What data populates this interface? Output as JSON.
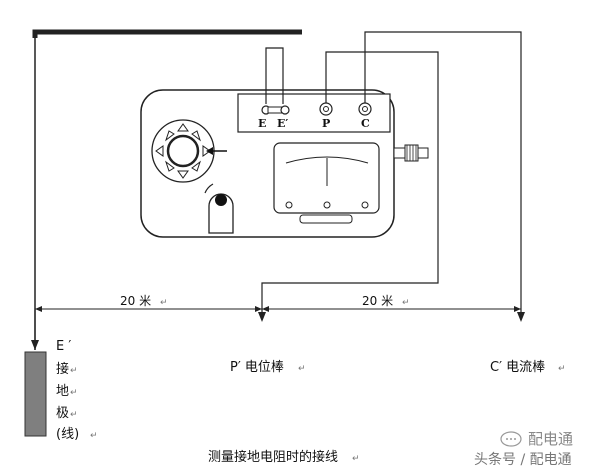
{
  "meter": {
    "terminals": {
      "e": "E",
      "e_prime": "E′",
      "p": "P",
      "c": "C"
    }
  },
  "distances": {
    "left": "20 米",
    "right": "20 米"
  },
  "probes": {
    "e_electrode_lines": [
      "E ′",
      "接",
      "地",
      "极",
      "(线)"
    ],
    "p_label": "P′ 电位棒",
    "c_label": "C′ 电流棒"
  },
  "caption": "测量接地电阻时的接线",
  "watermark": {
    "brand": "配电通",
    "source": "头条号 / 配电通"
  },
  "colors": {
    "electrode": "#7f7f7f",
    "line": "#111111"
  }
}
